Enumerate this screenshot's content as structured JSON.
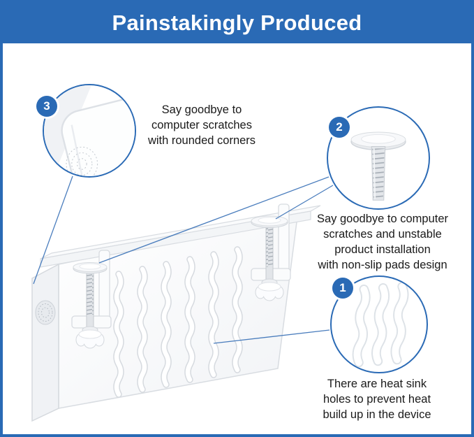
{
  "colors": {
    "accent_blue": "#2a6ab5",
    "line_blue": "#4a7dbd",
    "text": "#1a1a1a"
  },
  "header": {
    "title": "Painstakingly Produced"
  },
  "product": {
    "name": "white under-desk mount tray with clamp screws"
  },
  "callouts": [
    {
      "number": "3",
      "feature": "rounded-corners",
      "lines": [
        "Say goodbye to",
        "computer scratches",
        "with rounded corners"
      ]
    },
    {
      "number": "2",
      "feature": "non-slip-pads",
      "lines": [
        "Say goodbye to computer",
        "scratches and unstable",
        "product installation",
        "with non-slip pads design"
      ]
    },
    {
      "number": "1",
      "feature": "heat-sink-holes",
      "lines": [
        "There are heat sink",
        "holes to prevent heat",
        "build up in the device"
      ]
    }
  ]
}
